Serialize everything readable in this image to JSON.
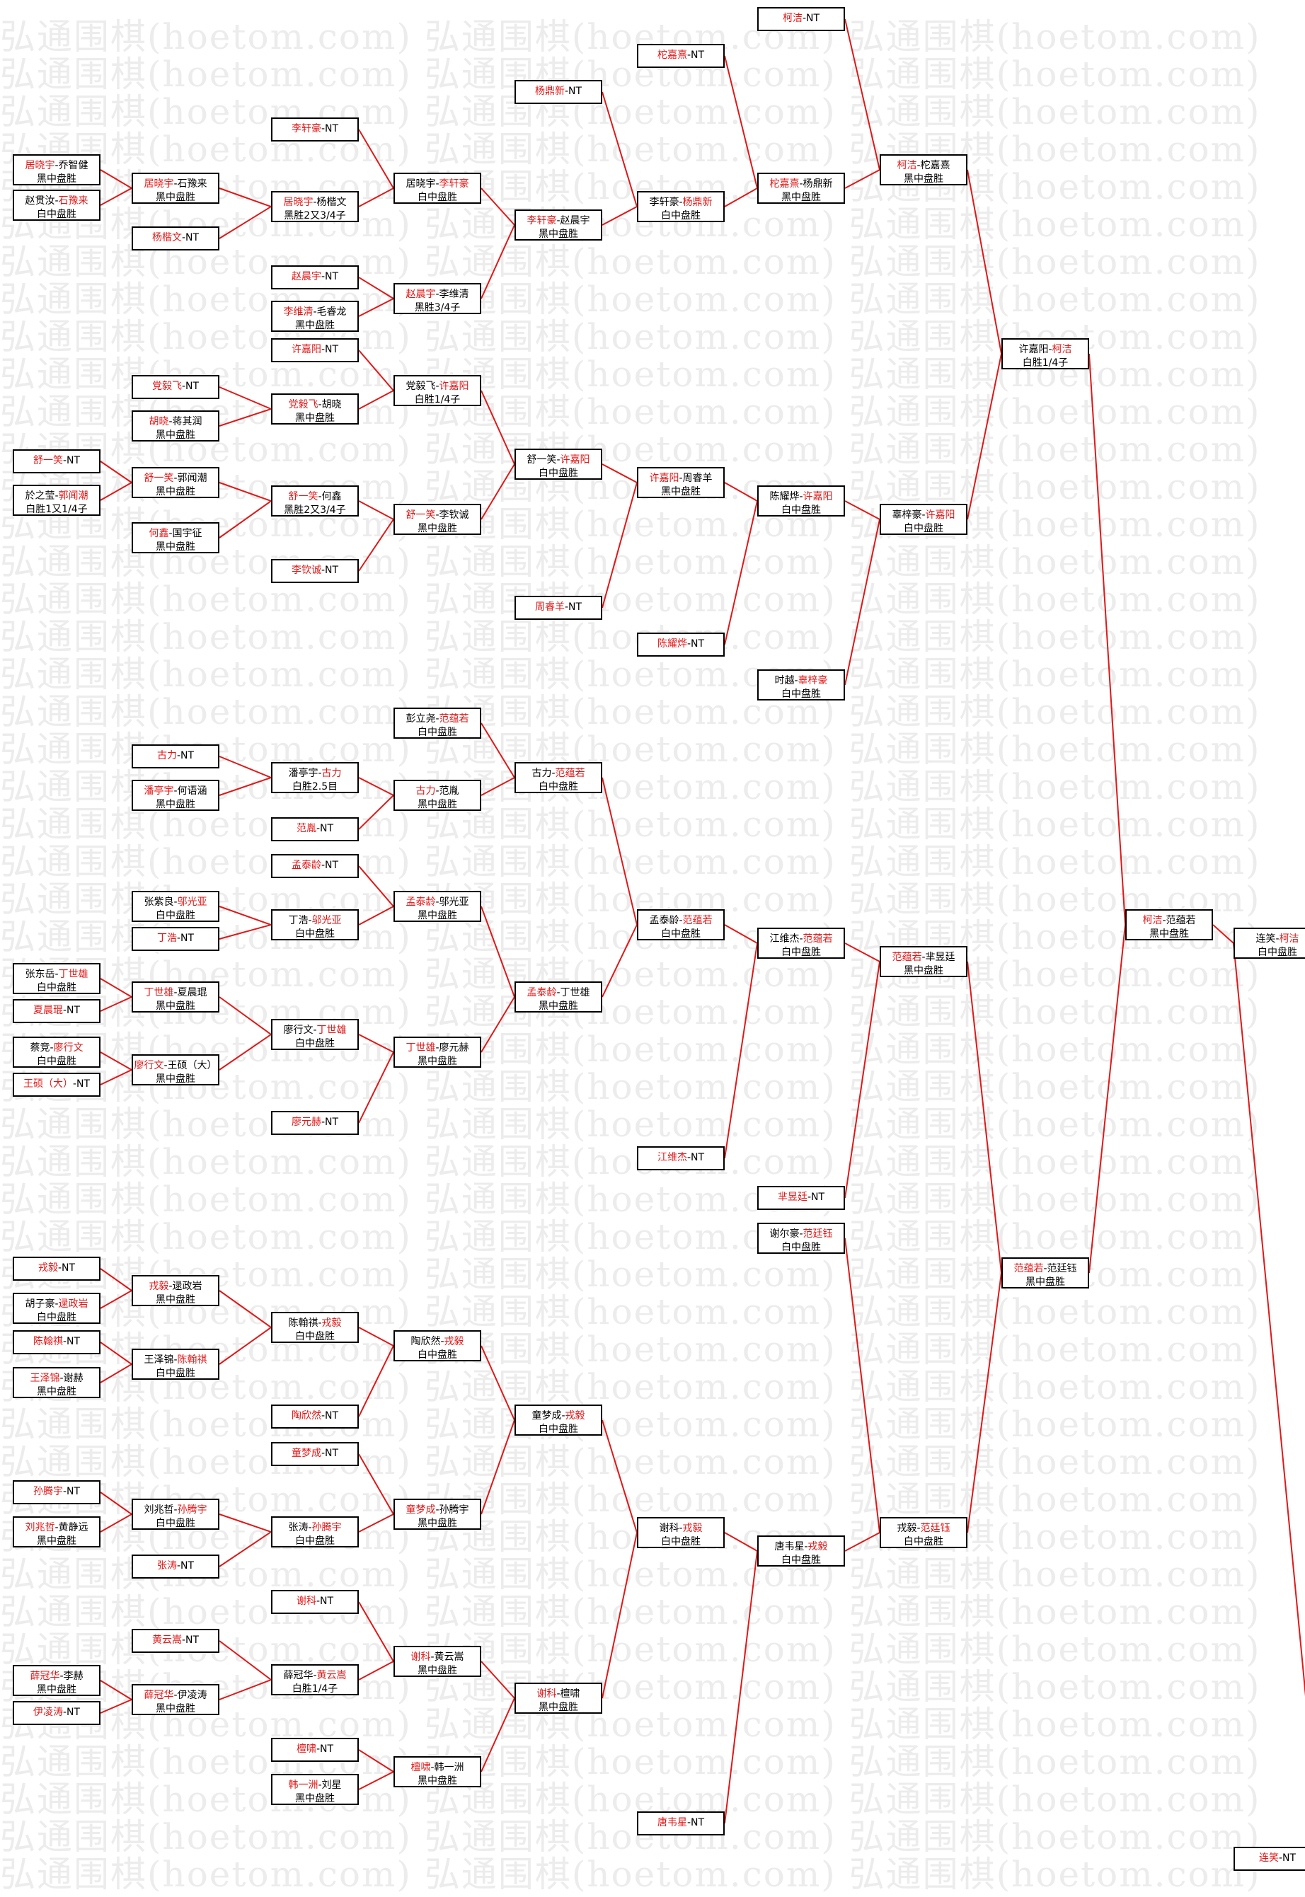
{
  "watermark": "弘通围棋(hoetom.com)",
  "colors": {
    "winner": "#e01818",
    "line": "#e01818",
    "border": "#000000"
  },
  "matches": [
    {
      "id": "L0-0",
      "players": [
        {
          "n": "居晓宇",
          "w": true
        },
        {
          "n": "乔智健",
          "w": false
        }
      ],
      "result": "黑中盘胜"
    },
    {
      "id": "L0-1",
      "players": [
        {
          "n": "赵贯汝",
          "w": false
        },
        {
          "n": "石豫来",
          "w": true
        }
      ],
      "result": "白中盘胜"
    },
    {
      "id": "L0-2",
      "players": [
        {
          "n": "舒一笑",
          "w": true
        }
      ],
      "result": "NT"
    },
    {
      "id": "L0-3",
      "players": [
        {
          "n": "於之莹",
          "w": false
        },
        {
          "n": "郭闻潮",
          "w": true
        }
      ],
      "result": "白胜1又1/4子"
    },
    {
      "id": "L0-4",
      "players": [
        {
          "n": "张东岳",
          "w": false
        },
        {
          "n": "丁世雄",
          "w": true
        }
      ],
      "result": "白中盘胜"
    },
    {
      "id": "L0-5",
      "players": [
        {
          "n": "夏晨琨",
          "w": true
        }
      ],
      "result": "NT"
    },
    {
      "id": "L0-6",
      "players": [
        {
          "n": "蔡竞",
          "w": false
        },
        {
          "n": "廖行文",
          "w": true
        }
      ],
      "result": "白中盘胜"
    },
    {
      "id": "L0-7",
      "players": [
        {
          "n": "王硕（大）",
          "w": true
        }
      ],
      "result": "NT"
    },
    {
      "id": "L0-8",
      "players": [
        {
          "n": "戎毅",
          "w": true
        }
      ],
      "result": "NT"
    },
    {
      "id": "L0-9",
      "players": [
        {
          "n": "胡子豪",
          "w": false
        },
        {
          "n": "逯政岩",
          "w": true
        }
      ],
      "result": "白中盘胜"
    },
    {
      "id": "L0-10",
      "players": [
        {
          "n": "陈翰祺",
          "w": true
        }
      ],
      "result": "NT"
    },
    {
      "id": "L0-11",
      "players": [
        {
          "n": "王泽锦",
          "w": true
        },
        {
          "n": "谢赫",
          "w": false
        }
      ],
      "result": "黑中盘胜"
    },
    {
      "id": "L0-12",
      "players": [
        {
          "n": "孙腾宇",
          "w": true
        }
      ],
      "result": "NT"
    },
    {
      "id": "L0-13",
      "players": [
        {
          "n": "刘兆哲",
          "w": true
        },
        {
          "n": "黄静远",
          "w": false
        }
      ],
      "result": "黑中盘胜"
    },
    {
      "id": "L0-14",
      "players": [
        {
          "n": "薛冠华",
          "w": true
        },
        {
          "n": "李赫",
          "w": false
        }
      ],
      "result": "黑中盘胜"
    },
    {
      "id": "L0-15",
      "players": [
        {
          "n": "伊凌涛",
          "w": true
        }
      ],
      "result": "NT"
    },
    {
      "id": "L1-0",
      "players": [
        {
          "n": "居晓宇",
          "w": true
        },
        {
          "n": "石豫来",
          "w": false
        }
      ],
      "result": "黑中盘胜"
    },
    {
      "id": "L1-1",
      "players": [
        {
          "n": "杨楷文",
          "w": true
        }
      ],
      "result": "NT"
    },
    {
      "id": "L1-2",
      "players": [
        {
          "n": "党毅飞",
          "w": true
        }
      ],
      "result": "NT"
    },
    {
      "id": "L1-3",
      "players": [
        {
          "n": "胡晓",
          "w": true
        },
        {
          "n": "蒋其润",
          "w": false
        }
      ],
      "result": "黑中盘胜"
    },
    {
      "id": "L1-4",
      "players": [
        {
          "n": "舒一笑",
          "w": true
        },
        {
          "n": "郭闻潮",
          "w": false
        }
      ],
      "result": "黑中盘胜"
    },
    {
      "id": "L1-5",
      "players": [
        {
          "n": "何鑫",
          "w": true
        },
        {
          "n": "国宇征",
          "w": false
        }
      ],
      "result": "黑中盘胜"
    },
    {
      "id": "L1-6",
      "players": [
        {
          "n": "古力",
          "w": true
        }
      ],
      "result": "NT"
    },
    {
      "id": "L1-7",
      "players": [
        {
          "n": "潘亭宇",
          "w": true
        },
        {
          "n": "何语涵",
          "w": false
        }
      ],
      "result": "黑中盘胜"
    },
    {
      "id": "L1-8",
      "players": [
        {
          "n": "张紫良",
          "w": false
        },
        {
          "n": "邬光亚",
          "w": true
        }
      ],
      "result": "白中盘胜"
    },
    {
      "id": "L1-9",
      "players": [
        {
          "n": "丁浩",
          "w": true
        }
      ],
      "result": "NT"
    },
    {
      "id": "L1-10",
      "players": [
        {
          "n": "丁世雄",
          "w": true
        },
        {
          "n": "夏晨琨",
          "w": false
        }
      ],
      "result": "黑中盘胜"
    },
    {
      "id": "L1-11",
      "players": [
        {
          "n": "廖行文",
          "w": true
        },
        {
          "n": "王硕（大）",
          "w": false
        }
      ],
      "result": "黑中盘胜"
    },
    {
      "id": "L1-12",
      "players": [
        {
          "n": "戎毅",
          "w": true
        },
        {
          "n": "逯政岩",
          "w": false
        }
      ],
      "result": "黑中盘胜"
    },
    {
      "id": "L1-13",
      "players": [
        {
          "n": "王泽锦",
          "w": false
        },
        {
          "n": "陈翰祺",
          "w": true
        }
      ],
      "result": "白中盘胜"
    },
    {
      "id": "L1-14",
      "players": [
        {
          "n": "刘兆哲",
          "w": false
        },
        {
          "n": "孙腾宇",
          "w": true
        }
      ],
      "result": "白中盘胜"
    },
    {
      "id": "L1-15",
      "players": [
        {
          "n": "张涛",
          "w": true
        }
      ],
      "result": "NT"
    },
    {
      "id": "L1-16",
      "players": [
        {
          "n": "黄云嵩",
          "w": true
        }
      ],
      "result": "NT"
    },
    {
      "id": "L1-17",
      "players": [
        {
          "n": "薛冠华",
          "w": true
        },
        {
          "n": "伊凌涛",
          "w": false
        }
      ],
      "result": "黑中盘胜"
    },
    {
      "id": "L2-0",
      "players": [
        {
          "n": "李轩豪",
          "w": true
        }
      ],
      "result": "NT"
    },
    {
      "id": "L2-1",
      "players": [
        {
          "n": "居晓宇",
          "w": true
        },
        {
          "n": "杨楷文",
          "w": false
        }
      ],
      "result": "黑胜2又3/4子"
    },
    {
      "id": "L2-2",
      "players": [
        {
          "n": "赵晨宇",
          "w": true
        }
      ],
      "result": "NT"
    },
    {
      "id": "L2-3",
      "players": [
        {
          "n": "李维清",
          "w": true
        },
        {
          "n": "毛睿龙",
          "w": false
        }
      ],
      "result": "黑中盘胜"
    },
    {
      "id": "L2-4",
      "players": [
        {
          "n": "许嘉阳",
          "w": true
        }
      ],
      "result": "NT"
    },
    {
      "id": "L2-5",
      "players": [
        {
          "n": "党毅飞",
          "w": true
        },
        {
          "n": "胡晓",
          "w": false
        }
      ],
      "result": "黑中盘胜"
    },
    {
      "id": "L2-6",
      "players": [
        {
          "n": "舒一笑",
          "w": true
        },
        {
          "n": "何鑫",
          "w": false
        }
      ],
      "result": "黑胜2又3/4子"
    },
    {
      "id": "L2-7",
      "players": [
        {
          "n": "李钦诚",
          "w": true
        }
      ],
      "result": "NT"
    },
    {
      "id": "L2-8",
      "players": [
        {
          "n": "潘亭宇",
          "w": false
        },
        {
          "n": "古力",
          "w": true
        }
      ],
      "result": "白胜2.5目"
    },
    {
      "id": "L2-9",
      "players": [
        {
          "n": "范胤",
          "w": true
        }
      ],
      "result": "NT"
    },
    {
      "id": "L2-10",
      "players": [
        {
          "n": "孟泰龄",
          "w": true
        }
      ],
      "result": "NT"
    },
    {
      "id": "L2-11",
      "players": [
        {
          "n": "丁浩",
          "w": false
        },
        {
          "n": "邬光亚",
          "w": true
        }
      ],
      "result": "白中盘胜"
    },
    {
      "id": "L2-12",
      "players": [
        {
          "n": "廖行文",
          "w": false
        },
        {
          "n": "丁世雄",
          "w": true
        }
      ],
      "result": "白中盘胜"
    },
    {
      "id": "L2-13",
      "players": [
        {
          "n": "廖元赫",
          "w": true
        }
      ],
      "result": "NT"
    },
    {
      "id": "L2-14",
      "players": [
        {
          "n": "陈翰祺",
          "w": false
        },
        {
          "n": "戎毅",
          "w": true
        }
      ],
      "result": "白中盘胜"
    },
    {
      "id": "L2-15",
      "players": [
        {
          "n": "陶欣然",
          "w": true
        }
      ],
      "result": "NT"
    },
    {
      "id": "L2-16",
      "players": [
        {
          "n": "童梦成",
          "w": true
        }
      ],
      "result": "NT"
    },
    {
      "id": "L2-17",
      "players": [
        {
          "n": "张涛",
          "w": false
        },
        {
          "n": "孙腾宇",
          "w": true
        }
      ],
      "result": "白中盘胜"
    },
    {
      "id": "L2-18",
      "players": [
        {
          "n": "谢科",
          "w": true
        }
      ],
      "result": "NT"
    },
    {
      "id": "L2-19",
      "players": [
        {
          "n": "薛冠华",
          "w": false
        },
        {
          "n": "黄云嵩",
          "w": true
        }
      ],
      "result": "白胜1/4子"
    },
    {
      "id": "L2-20",
      "players": [
        {
          "n": "檀啸",
          "w": true
        }
      ],
      "result": "NT"
    },
    {
      "id": "L2-21",
      "players": [
        {
          "n": "韩一洲",
          "w": true
        },
        {
          "n": "刘星",
          "w": false
        }
      ],
      "result": "黑中盘胜"
    },
    {
      "id": "L3-0",
      "players": [
        {
          "n": "居晓宇",
          "w": false
        },
        {
          "n": "李轩豪",
          "w": true
        }
      ],
      "result": "白中盘胜"
    },
    {
      "id": "L3-1",
      "players": [
        {
          "n": "赵晨宇",
          "w": true
        },
        {
          "n": "李维清",
          "w": false
        }
      ],
      "result": "黑胜3/4子"
    },
    {
      "id": "L3-2",
      "players": [
        {
          "n": "党毅飞",
          "w": false
        },
        {
          "n": "许嘉阳",
          "w": true
        }
      ],
      "result": "白胜1/4子"
    },
    {
      "id": "L3-3",
      "players": [
        {
          "n": "舒一笑",
          "w": true
        },
        {
          "n": "李钦诚",
          "w": false
        }
      ],
      "result": "黑中盘胜"
    },
    {
      "id": "L3-4",
      "players": [
        {
          "n": "彭立尧",
          "w": false
        },
        {
          "n": "范蕴若",
          "w": true
        }
      ],
      "result": "白中盘胜"
    },
    {
      "id": "L3-5",
      "players": [
        {
          "n": "古力",
          "w": true
        },
        {
          "n": "范胤",
          "w": false
        }
      ],
      "result": "黑中盘胜"
    },
    {
      "id": "L3-6",
      "players": [
        {
          "n": "孟泰龄",
          "w": true
        },
        {
          "n": "邬光亚",
          "w": false
        }
      ],
      "result": "黑中盘胜"
    },
    {
      "id": "L3-7",
      "players": [
        {
          "n": "丁世雄",
          "w": true
        },
        {
          "n": "廖元赫",
          "w": false
        }
      ],
      "result": "黑中盘胜"
    },
    {
      "id": "L3-8",
      "players": [
        {
          "n": "陶欣然",
          "w": false
        },
        {
          "n": "戎毅",
          "w": true
        }
      ],
      "result": "白中盘胜"
    },
    {
      "id": "L3-9",
      "players": [
        {
          "n": "童梦成",
          "w": true
        },
        {
          "n": "孙腾宇",
          "w": false
        }
      ],
      "result": "黑中盘胜"
    },
    {
      "id": "L3-10",
      "players": [
        {
          "n": "谢科",
          "w": true
        },
        {
          "n": "黄云嵩",
          "w": false
        }
      ],
      "result": "黑中盘胜"
    },
    {
      "id": "L3-11",
      "players": [
        {
          "n": "檀啸",
          "w": true
        },
        {
          "n": "韩一洲",
          "w": false
        }
      ],
      "result": "黑中盘胜"
    },
    {
      "id": "L4-0",
      "players": [
        {
          "n": "杨鼎新",
          "w": true
        }
      ],
      "result": "NT"
    },
    {
      "id": "L4-1",
      "players": [
        {
          "n": "李轩豪",
          "w": true
        },
        {
          "n": "赵晨宇",
          "w": false
        }
      ],
      "result": "黑中盘胜"
    },
    {
      "id": "L4-2",
      "players": [
        {
          "n": "舒一笑",
          "w": false
        },
        {
          "n": "许嘉阳",
          "w": true
        }
      ],
      "result": "白中盘胜"
    },
    {
      "id": "L4-3",
      "players": [
        {
          "n": "周睿羊",
          "w": true
        }
      ],
      "result": "NT"
    },
    {
      "id": "L4-4",
      "players": [
        {
          "n": "古力",
          "w": false
        },
        {
          "n": "范蕴若",
          "w": true
        }
      ],
      "result": "白中盘胜"
    },
    {
      "id": "L4-5",
      "players": [
        {
          "n": "孟泰龄",
          "w": true
        },
        {
          "n": "丁世雄",
          "w": false
        }
      ],
      "result": "黑中盘胜"
    },
    {
      "id": "L4-6",
      "players": [
        {
          "n": "童梦成",
          "w": false
        },
        {
          "n": "戎毅",
          "w": true
        }
      ],
      "result": "白中盘胜"
    },
    {
      "id": "L4-7",
      "players": [
        {
          "n": "谢科",
          "w": true
        },
        {
          "n": "檀啸",
          "w": false
        }
      ],
      "result": "黑中盘胜"
    },
    {
      "id": "L5-0",
      "players": [
        {
          "n": "柁嘉熹",
          "w": true
        }
      ],
      "result": "NT"
    },
    {
      "id": "L5-1",
      "players": [
        {
          "n": "李轩豪",
          "w": false
        },
        {
          "n": "杨鼎新",
          "w": true
        }
      ],
      "result": "白中盘胜"
    },
    {
      "id": "L5-2",
      "players": [
        {
          "n": "许嘉阳",
          "w": true
        },
        {
          "n": "周睿羊",
          "w": false
        }
      ],
      "result": "黑中盘胜"
    },
    {
      "id": "L5-3",
      "players": [
        {
          "n": "陈耀烨",
          "w": true
        }
      ],
      "result": "NT"
    },
    {
      "id": "L5-4",
      "players": [
        {
          "n": "孟泰龄",
          "w": false
        },
        {
          "n": "范蕴若",
          "w": true
        }
      ],
      "result": "白中盘胜"
    },
    {
      "id": "L5-5",
      "players": [
        {
          "n": "江维杰",
          "w": true
        }
      ],
      "result": "NT"
    },
    {
      "id": "L5-6",
      "players": [
        {
          "n": "谢科",
          "w": false
        },
        {
          "n": "戎毅",
          "w": true
        }
      ],
      "result": "白中盘胜"
    },
    {
      "id": "L5-7",
      "players": [
        {
          "n": "唐韦星",
          "w": true
        }
      ],
      "result": "NT"
    },
    {
      "id": "L6-0",
      "players": [
        {
          "n": "柯洁",
          "w": true
        }
      ],
      "result": "NT"
    },
    {
      "id": "L6-1",
      "players": [
        {
          "n": "柁嘉熹",
          "w": true
        },
        {
          "n": "杨鼎新",
          "w": false
        }
      ],
      "result": "黑中盘胜"
    },
    {
      "id": "L6-2",
      "players": [
        {
          "n": "陈耀烨",
          "w": false
        },
        {
          "n": "许嘉阳",
          "w": true
        }
      ],
      "result": "白中盘胜"
    },
    {
      "id": "L6-3",
      "players": [
        {
          "n": "时越",
          "w": false
        },
        {
          "n": "辜梓豪",
          "w": true
        }
      ],
      "result": "白中盘胜"
    },
    {
      "id": "L6-4",
      "players": [
        {
          "n": "江维杰",
          "w": false
        },
        {
          "n": "范蕴若",
          "w": true
        }
      ],
      "result": "白中盘胜"
    },
    {
      "id": "L6-5",
      "players": [
        {
          "n": "芈昱廷",
          "w": true
        }
      ],
      "result": "NT"
    },
    {
      "id": "L6-6",
      "players": [
        {
          "n": "谢尔豪",
          "w": false
        },
        {
          "n": "范廷钰",
          "w": true
        }
      ],
      "result": "白中盘胜"
    },
    {
      "id": "L6-7",
      "players": [
        {
          "n": "唐韦星",
          "w": false
        },
        {
          "n": "戎毅",
          "w": true
        }
      ],
      "result": "白中盘胜"
    },
    {
      "id": "L7-0",
      "players": [
        {
          "n": "柯洁",
          "w": true
        },
        {
          "n": "柁嘉熹",
          "w": false
        }
      ],
      "result": "黑中盘胜"
    },
    {
      "id": "L7-1",
      "players": [
        {
          "n": "辜梓豪",
          "w": false
        },
        {
          "n": "许嘉阳",
          "w": true
        }
      ],
      "result": "白中盘胜"
    },
    {
      "id": "L7-2",
      "players": [
        {
          "n": "范蕴若",
          "w": true
        },
        {
          "n": "芈昱廷",
          "w": false
        }
      ],
      "result": "黑中盘胜"
    },
    {
      "id": "L7-3",
      "players": [
        {
          "n": "戎毅",
          "w": false
        },
        {
          "n": "范廷钰",
          "w": true
        }
      ],
      "result": "白中盘胜"
    },
    {
      "id": "L8-0",
      "players": [
        {
          "n": "许嘉阳",
          "w": false
        },
        {
          "n": "柯洁",
          "w": true
        }
      ],
      "result": "白胜1/4子"
    },
    {
      "id": "L8-1",
      "players": [
        {
          "n": "范蕴若",
          "w": true
        },
        {
          "n": "范廷钰",
          "w": false
        }
      ],
      "result": "黑中盘胜"
    },
    {
      "id": "L9-0",
      "players": [
        {
          "n": "柯洁",
          "w": true
        },
        {
          "n": "范蕴若",
          "w": false
        }
      ],
      "result": "黑中盘胜"
    },
    {
      "id": "L10-0",
      "players": [
        {
          "n": "连笑",
          "w": false
        },
        {
          "n": "柯洁",
          "w": true
        }
      ],
      "result": "白中盘胜"
    },
    {
      "id": "L10-1",
      "players": [
        {
          "n": "连笑",
          "w": true
        }
      ],
      "result": "NT"
    }
  ]
}
